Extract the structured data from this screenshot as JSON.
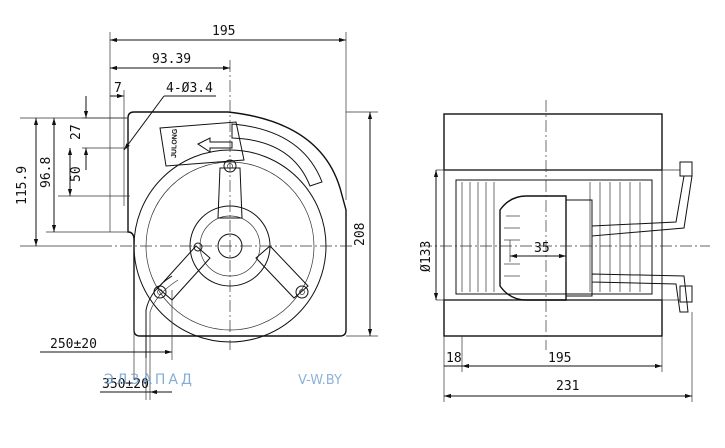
{
  "front_view": {
    "dims": {
      "overall_width": "195",
      "center_offset": "93.39",
      "hole_offset": "7",
      "holes": "4-Ø3.4",
      "hole_spacing_1": "27",
      "height_1": "115.9",
      "height_2": "96.8",
      "height_3": "50",
      "overall_height": "208",
      "lead_length_1": "250±20",
      "lead_length_2": "350±20"
    },
    "brand_label": "JULONG"
  },
  "side_view": {
    "dims": {
      "diameter": "Ø133",
      "motor_offset": "35",
      "flange": "18",
      "body_length": "195",
      "overall_length": "231"
    }
  },
  "watermark": {
    "brand": "ЭЛЗАПАД",
    "site": "V-W.BY"
  }
}
